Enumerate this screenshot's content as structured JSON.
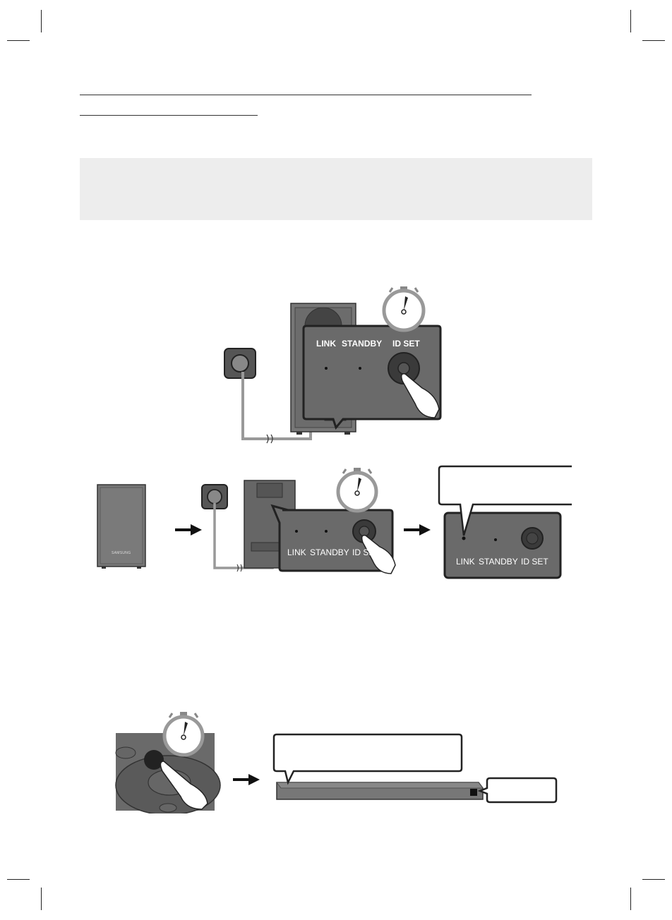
{
  "panels": {
    "top": {
      "link": "LINK",
      "standby": "STANDBY",
      "id_set": "ID SET"
    },
    "middle": {
      "link": "LINK",
      "standby": "STANDBY",
      "id_set": "ID SE"
    },
    "right": {
      "link": "LINK",
      "standby": "STANDBY",
      "id_set": "ID SET"
    }
  },
  "subwoofer_brand": "SAMSUNG"
}
